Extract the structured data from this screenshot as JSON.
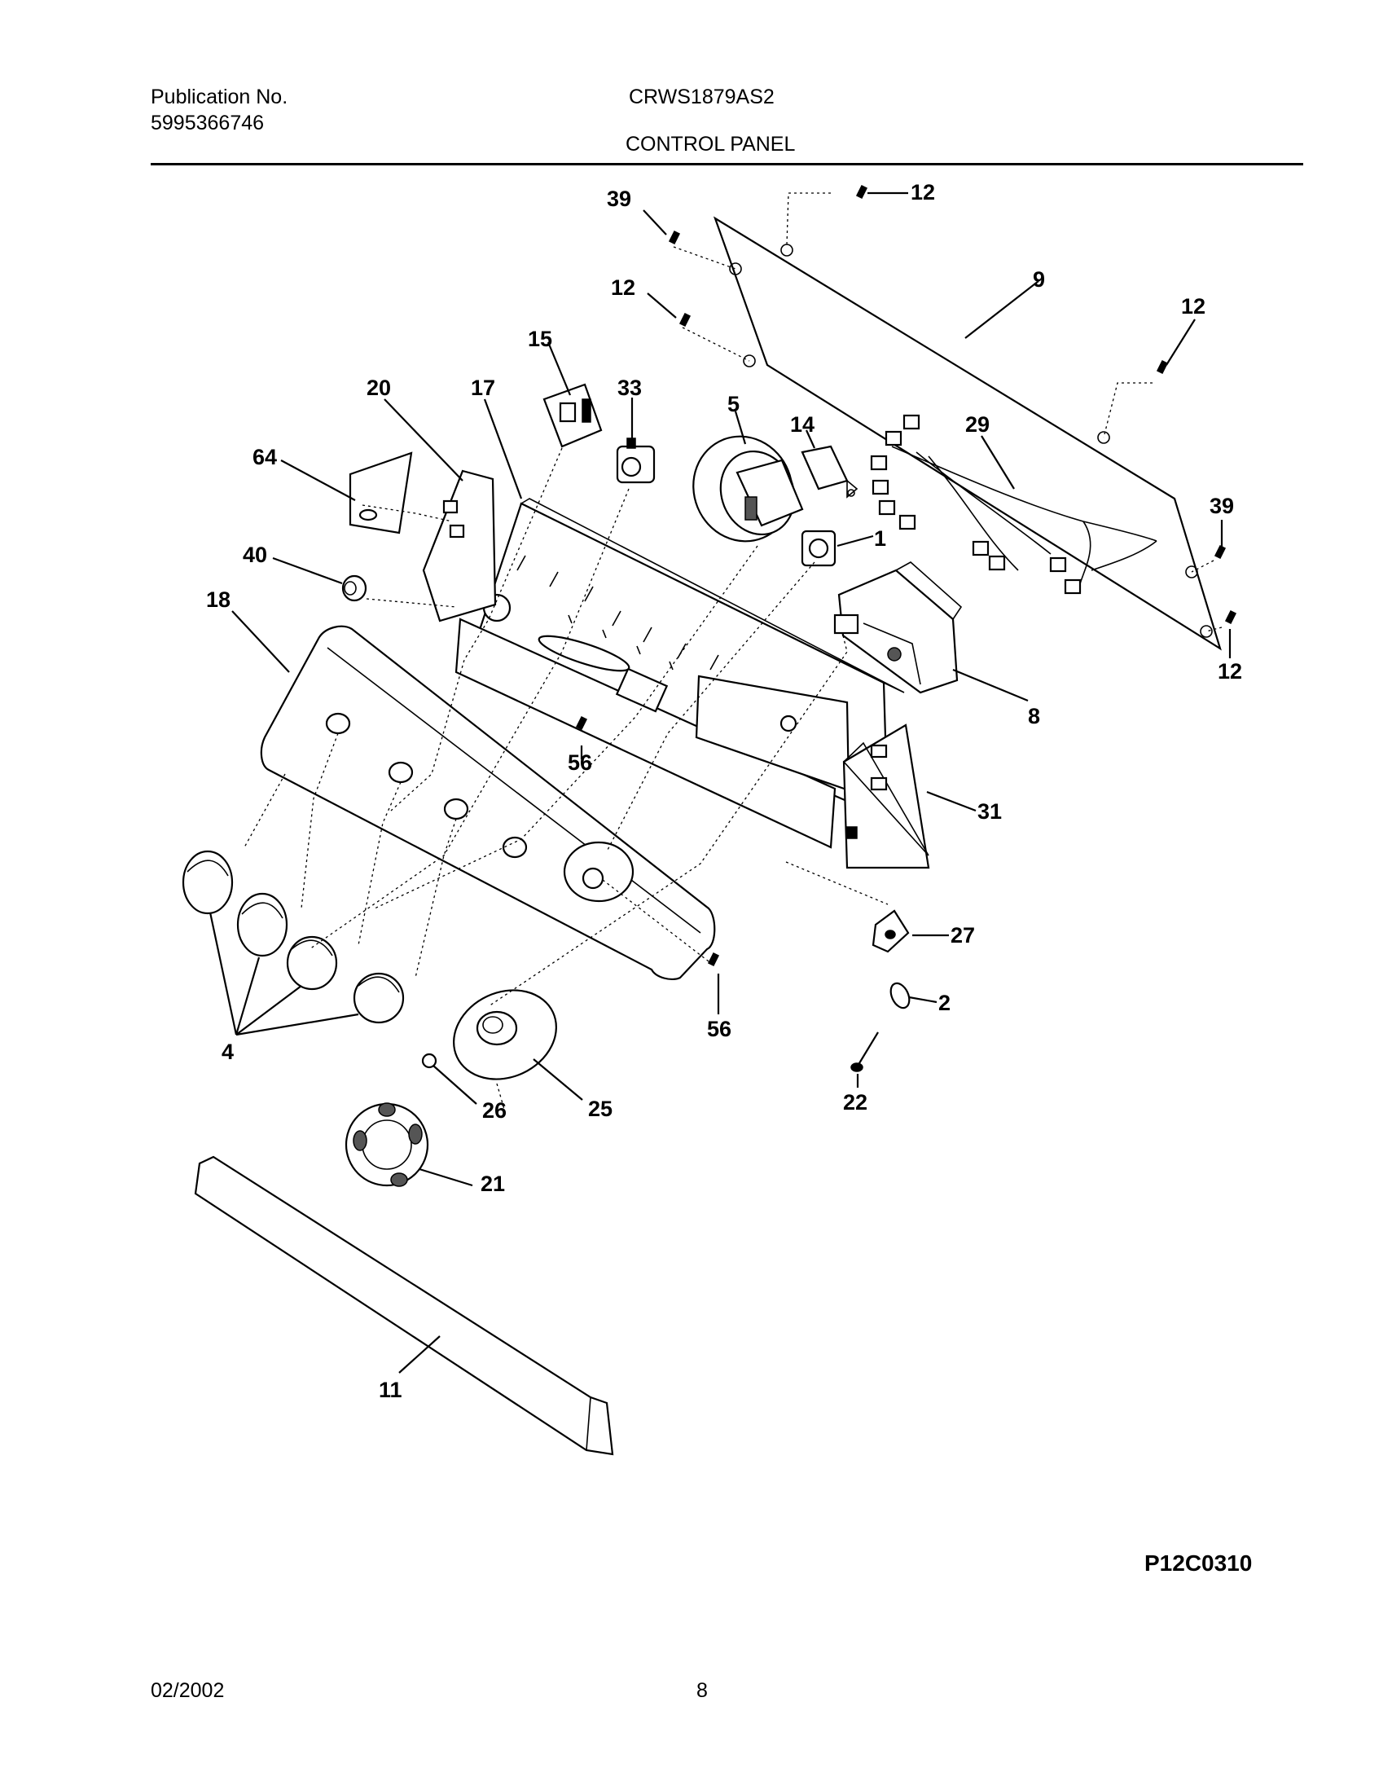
{
  "header": {
    "publication_label": "Publication No.",
    "publication_number": "5995366746",
    "model": "CRWS1879AS2",
    "section_title": "CONTROL PANEL"
  },
  "callouts": [
    "39",
    "12",
    "12",
    "9",
    "12",
    "29",
    "39",
    "12",
    "15",
    "33",
    "5",
    "14",
    "1",
    "20",
    "17",
    "64",
    "40",
    "18",
    "8",
    "56",
    "31",
    "27",
    "2",
    "56",
    "22",
    "4",
    "26",
    "25",
    "21",
    "11"
  ],
  "figure_code": "P12C0310",
  "footer": {
    "date": "02/2002",
    "page": "8"
  }
}
